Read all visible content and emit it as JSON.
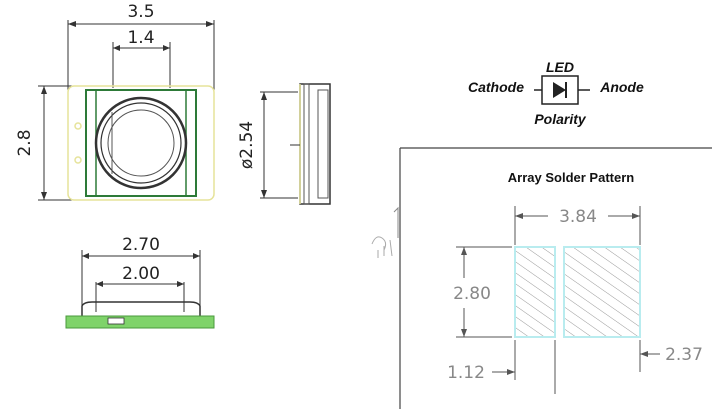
{
  "top_view": {
    "width_dim": "3.5",
    "lens_dim": "1.4",
    "height_dim": "2.8"
  },
  "side_view": {
    "diameter_dim": "ø2.54"
  },
  "bottom_view": {
    "outer_dim": "2.70",
    "inner_dim": "2.00"
  },
  "polarity": {
    "led_label": "LED",
    "cathode_label": "Cathode",
    "anode_label": "Anode",
    "caption": "Polarity"
  },
  "solder_pattern": {
    "title": "Array Solder Pattern",
    "width_dim": "3.84",
    "height_dim": "2.80",
    "gap_dim": "1.12",
    "pad_dim": "2.37"
  },
  "colors": {
    "outline": "#2b2b2b",
    "yellow_outline": "#e6e39a",
    "green_pcb": "#7fd36a",
    "green_body": "#2d7a38",
    "pad_outline": "#b9ecef",
    "hatch": "#9a9a9a"
  }
}
